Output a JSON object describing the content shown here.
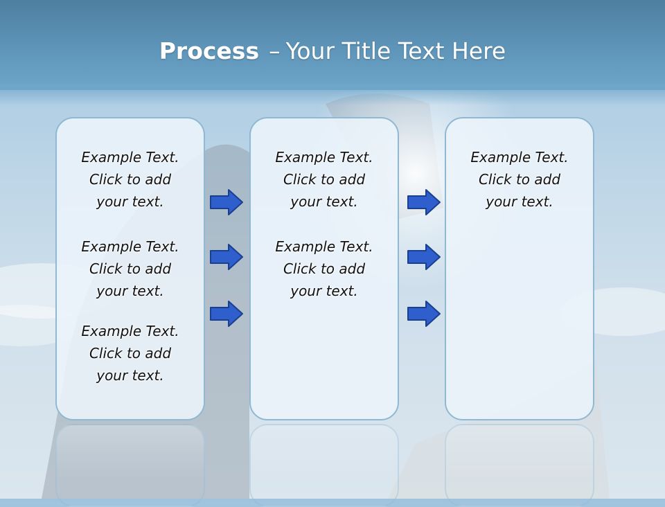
{
  "slide": {
    "title_bold": "Process",
    "title_separator": "–",
    "title_rest": "Your Title Text Here"
  },
  "columns": [
    {
      "blocks": [
        {
          "lines": [
            "Example Text.",
            "Click  to add",
            "your text."
          ]
        },
        {
          "lines": [
            "Example Text.",
            "Click  to add",
            "your text."
          ]
        },
        {
          "lines": [
            "Example Text.",
            "Click  to add",
            "your text."
          ]
        }
      ]
    },
    {
      "blocks": [
        {
          "lines": [
            "Example Text.",
            "Click  to add",
            "your text."
          ]
        },
        {
          "lines": [
            "Example Text.",
            "Click  to add",
            "your text."
          ]
        }
      ]
    },
    {
      "blocks": [
        {
          "lines": [
            "Example Text.",
            "Click  to add",
            "your text."
          ]
        }
      ]
    }
  ],
  "colors": {
    "header": "#5e95b9",
    "box_border": "#8fb8d3",
    "arrow_fill": "#2f5fcc",
    "arrow_stroke": "#1b3f8f"
  },
  "icons": {
    "arrow": "right-arrow-icon"
  }
}
